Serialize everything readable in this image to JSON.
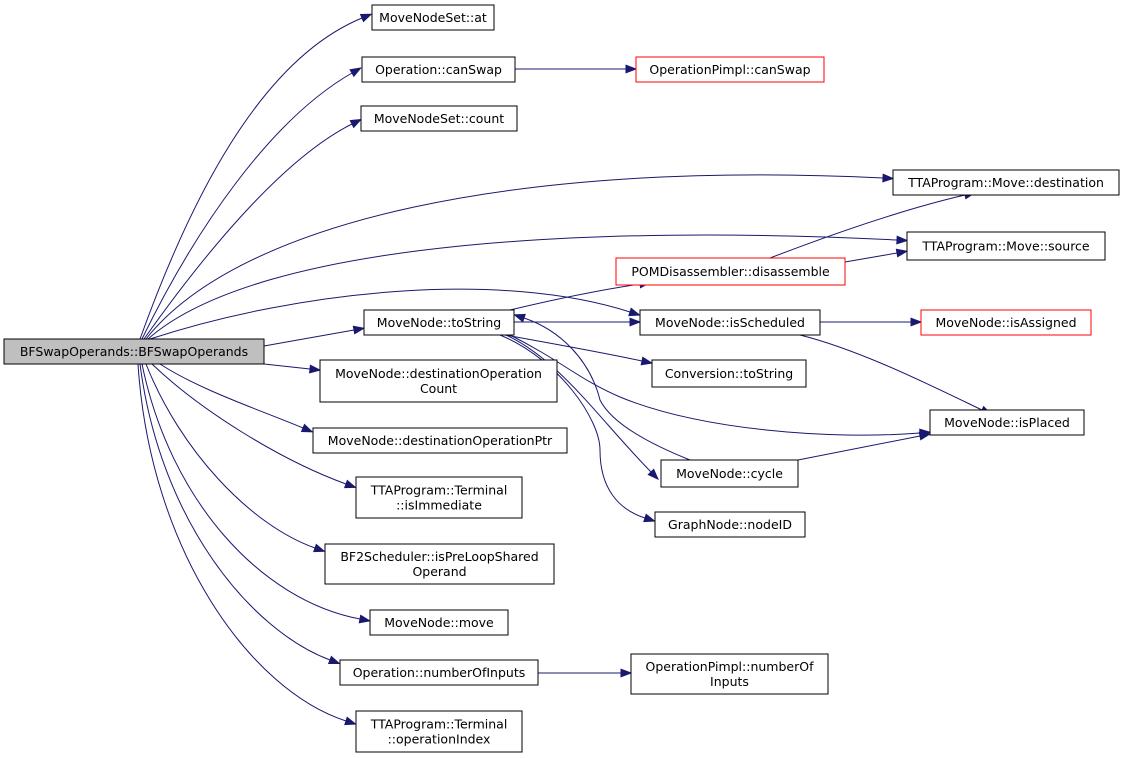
{
  "nodes": [
    {
      "id": "root",
      "lines": [
        "BFSwapOperands::BFSwapOperands"
      ],
      "style": "root"
    },
    {
      "id": "at",
      "lines": [
        "MoveNodeSet::at"
      ],
      "style": "normal"
    },
    {
      "id": "canSwap",
      "lines": [
        "Operation::canSwap"
      ],
      "style": "normal"
    },
    {
      "id": "pimplCanSwap",
      "lines": [
        "OperationPimpl::canSwap"
      ],
      "style": "red"
    },
    {
      "id": "count",
      "lines": [
        "MoveNodeSet::count"
      ],
      "style": "normal"
    },
    {
      "id": "destination",
      "lines": [
        "TTAProgram::Move::destination"
      ],
      "style": "normal"
    },
    {
      "id": "source",
      "lines": [
        "TTAProgram::Move::source"
      ],
      "style": "normal"
    },
    {
      "id": "disassemble",
      "lines": [
        "POMDisassembler::disassemble"
      ],
      "style": "red"
    },
    {
      "id": "toString",
      "lines": [
        "MoveNode::toString"
      ],
      "style": "normal"
    },
    {
      "id": "isScheduled",
      "lines": [
        "MoveNode::isScheduled"
      ],
      "style": "normal"
    },
    {
      "id": "isAssigned",
      "lines": [
        "MoveNode::isAssigned"
      ],
      "style": "red"
    },
    {
      "id": "destOpCount",
      "lines": [
        "MoveNode::destinationOperation",
        "Count"
      ],
      "style": "normal"
    },
    {
      "id": "convToString",
      "lines": [
        "Conversion::toString"
      ],
      "style": "normal"
    },
    {
      "id": "destOpPtr",
      "lines": [
        "MoveNode::destinationOperationPtr"
      ],
      "style": "normal"
    },
    {
      "id": "isPlaced",
      "lines": [
        "MoveNode::isPlaced"
      ],
      "style": "normal"
    },
    {
      "id": "isImmediate",
      "lines": [
        "TTAProgram::Terminal",
        "::isImmediate"
      ],
      "style": "normal"
    },
    {
      "id": "cycle",
      "lines": [
        "MoveNode::cycle"
      ],
      "style": "normal"
    },
    {
      "id": "nodeID",
      "lines": [
        "GraphNode::nodeID"
      ],
      "style": "normal"
    },
    {
      "id": "isPreLoop",
      "lines": [
        "BF2Scheduler::isPreLoopShared",
        "Operand"
      ],
      "style": "normal"
    },
    {
      "id": "move",
      "lines": [
        "MoveNode::move"
      ],
      "style": "normal"
    },
    {
      "id": "numberOfInputs",
      "lines": [
        "Operation::numberOfInputs"
      ],
      "style": "normal"
    },
    {
      "id": "pimplNumberOfInputs",
      "lines": [
        "OperationPimpl::numberOf",
        "Inputs"
      ],
      "style": "normal"
    },
    {
      "id": "operationIndex",
      "lines": [
        "TTAProgram::Terminal",
        "::operationIndex"
      ],
      "style": "normal"
    }
  ],
  "edges": [
    {
      "from": "root",
      "to": "at"
    },
    {
      "from": "root",
      "to": "canSwap"
    },
    {
      "from": "root",
      "to": "count"
    },
    {
      "from": "root",
      "to": "destination"
    },
    {
      "from": "root",
      "to": "source"
    },
    {
      "from": "root",
      "to": "isScheduled"
    },
    {
      "from": "root",
      "to": "toString"
    },
    {
      "from": "root",
      "to": "destOpCount"
    },
    {
      "from": "root",
      "to": "destOpPtr"
    },
    {
      "from": "root",
      "to": "isImmediate"
    },
    {
      "from": "root",
      "to": "isPreLoop"
    },
    {
      "from": "root",
      "to": "move"
    },
    {
      "from": "root",
      "to": "numberOfInputs"
    },
    {
      "from": "root",
      "to": "operationIndex"
    },
    {
      "from": "canSwap",
      "to": "pimplCanSwap"
    },
    {
      "from": "numberOfInputs",
      "to": "pimplNumberOfInputs"
    },
    {
      "from": "toString",
      "to": "disassemble"
    },
    {
      "from": "toString",
      "to": "isScheduled"
    },
    {
      "from": "toString",
      "to": "convToString"
    },
    {
      "from": "toString",
      "to": "isPlaced"
    },
    {
      "from": "toString",
      "to": "cycle"
    },
    {
      "from": "toString",
      "to": "nodeID"
    },
    {
      "from": "disassemble",
      "to": "destination"
    },
    {
      "from": "disassemble",
      "to": "source"
    },
    {
      "from": "isScheduled",
      "to": "isAssigned"
    },
    {
      "from": "isScheduled",
      "to": "isPlaced"
    },
    {
      "from": "cycle",
      "to": "isPlaced"
    },
    {
      "from": "cycle",
      "to": "toString"
    }
  ],
  "colors": {
    "edge": "#191970",
    "red_border": "#ff0000",
    "root_fill": "#bfbfbf"
  }
}
